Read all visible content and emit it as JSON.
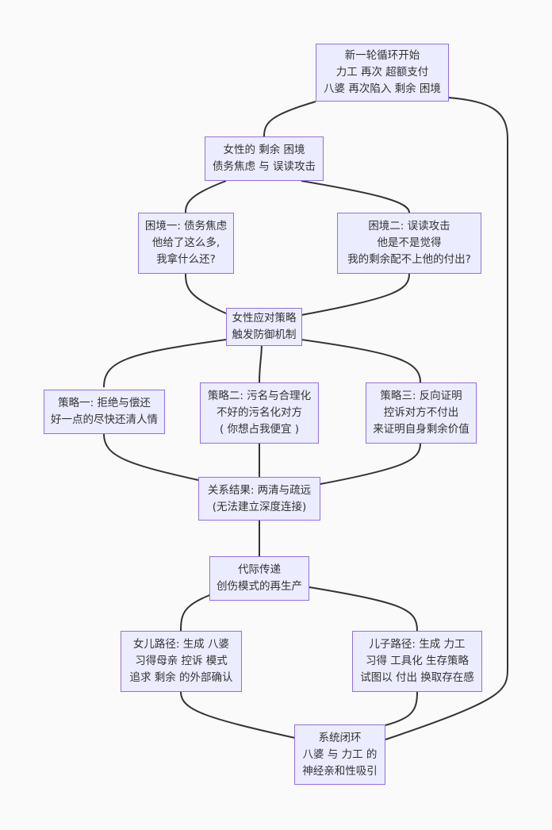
{
  "nodes": {
    "cycle": "新一轮循环开始\n力工 再次 超额支付\n八婆 再次陷入 剩余 困境",
    "dilemma": "女性的 剩余 困境\n债务焦虑 与 误读攻击",
    "d1": "困境一: 债务焦虑\n他给了这么多,\n我拿什么还?",
    "d2": "困境二: 误读攻击\n他是不是觉得\n我的剩余配不上他的付出?",
    "strategy": "女性应对策略\n触发防御机制",
    "s1": "策略一: 拒绝与偿还\n好一点的尽快还清人情",
    "s2": "策略二: 污名与合理化\n不好的污名化对方\n( 你想占我便宜 )",
    "s3": "策略三: 反向证明\n控诉对方不付出\n来证明自身剩余价值",
    "result": "关系结果: 两清与疏远\n(无法建立深度连接)",
    "transfer": "代际传递\n创伤模式的再生产",
    "daughter": "女儿路径: 生成 八婆\n习得母亲 控诉 模式\n追求 剩余 的外部确认",
    "son": "儿子路径: 生成 力工\n习得 工具化 生存策略\n试图以 付出 换取存在感",
    "closed": "系统闭环\n八婆 与 力工 的\n神经亲和性吸引"
  }
}
